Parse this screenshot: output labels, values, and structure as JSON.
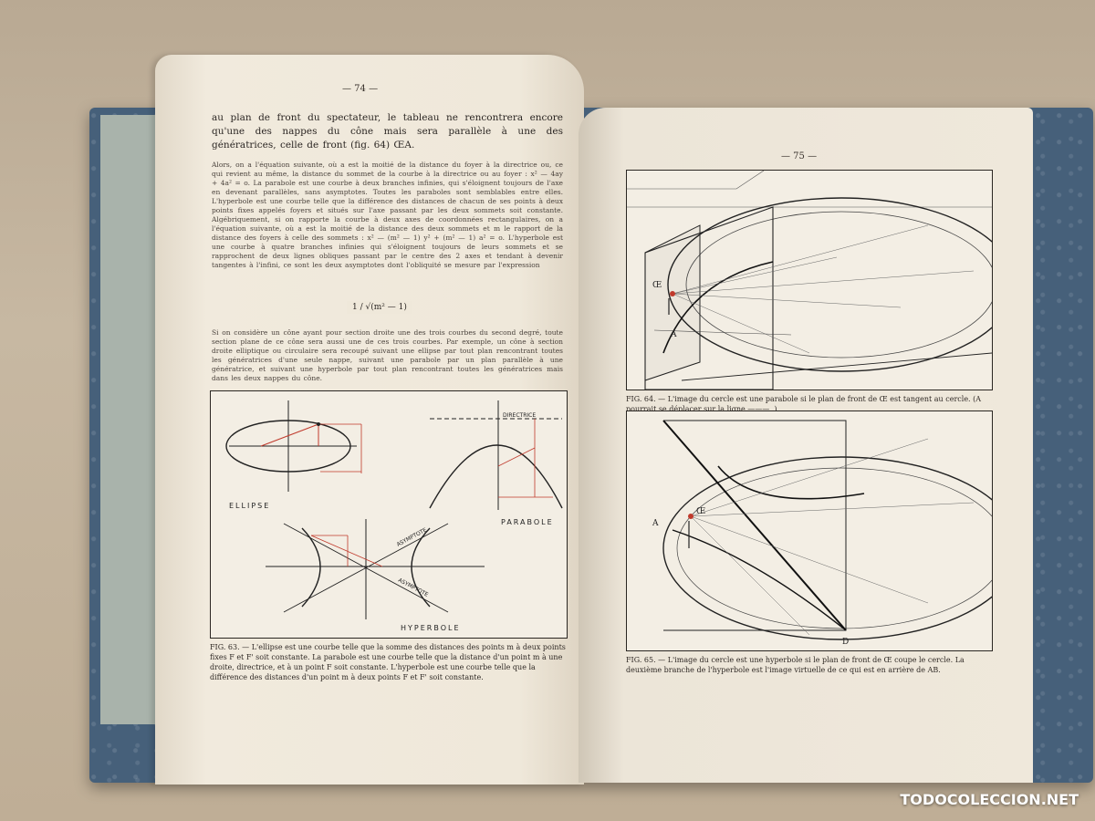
{
  "book": {
    "left_page": {
      "page_number": "— 74 —",
      "intro_text": "au plan de front du spectateur, le tableau ne rencontrera encore qu'une des nappes du cône mais sera parallèle à une des génératrices, celle de front (fig. 64) ŒA.",
      "body_text": "Alors, on a l'équation suivante, où a est la moitié de la distance du foyer à la directrice ou, ce qui revient au même, la distance du sommet de la courbe à la directrice ou au foyer : x² — 4ay + 4a² = o. La parabole est une courbe à deux branches infinies, qui s'éloignent toujours de l'axe en devenant parallèles, sans asymptotes. Toutes les paraboles sont semblables entre elles. L'hyperbole est une courbe telle que la différence des distances de chacun de ses points à deux points fixes appelés foyers et situés sur l'axe passant par les deux sommets soit constante. Algébriquement, si on rapporte la courbe à deux axes de coordonnées rectangulaires, on a l'équation suivante, où a est la moitié de la distance des deux sommets et m le rapport de la distance des foyers à celle des sommets : x² — (m² — 1) y² + (m² — 1) a² = o. L'hyperbole est une courbe à quatre branches infinies qui s'éloignent toujours de leurs sommets et se rapprochent de deux lignes obliques passant par le centre des 2 axes et tendant à devenir tangentes à l'infini, ce sont les deux asymptotes dont l'obliquité se mesure par l'expression",
      "formula": "1 / √(m² — 1)",
      "closing_text": "Si on considère un cône ayant pour section droite une des trois courbes du second degré, toute section plane de ce cône sera aussi une de ces trois courbes. Par exemple, un cône à section droite elliptique ou circulaire sera recoupé suivant une ellipse par tout plan rencontrant toutes les génératrices d'une seule nappe, suivant une parabole par un plan parallèle à une génératrice, et suivant une hyperbole par tout plan rencontrant toutes les génératrices mais dans les deux nappes du cône.",
      "figure_labels": {
        "ellipse": "ELLIPSE",
        "parabola": "PARABOLE",
        "hyperbola": "HYPERBOLE",
        "directrix": "DIRECTRICE",
        "asymptote_1": "ASYMPTOTE",
        "asymptote_2": "ASYMPTOTE"
      },
      "caption": "FIG. 63. — L'ellipse est une courbe telle que la somme des distances des points m à deux points fixes F et F' soit constante. La parabole est une courbe telle que la distance d'un point m à une droite, directrice, et à un point F soit constante. L'hyperbole est une courbe telle que la différence des distances d'un point m à deux points F et F' soit constante."
    },
    "right_page": {
      "page_number": "— 75 —",
      "fig64_caption": "FIG. 64. — L'image du cercle est une parabole si le plan de front de Œ est tangent au cercle. (A pourrait se déplacer sur la ligne ——— .)",
      "fig65_caption": "FIG. 65. — L'image du cercle est une hyperbole si le plan de front de Œ coupe le cercle. La deuxième branche de l'hyperbole est l'image virtuelle de ce qui est en arrière de AB.",
      "fig64_labels": {
        "eye": "Œ",
        "point_a": "A"
      },
      "fig65_labels": {
        "eye": "Œ",
        "point_a": "A",
        "point_d": "D"
      }
    }
  },
  "watermark": "TODOCOLECCION.NET"
}
